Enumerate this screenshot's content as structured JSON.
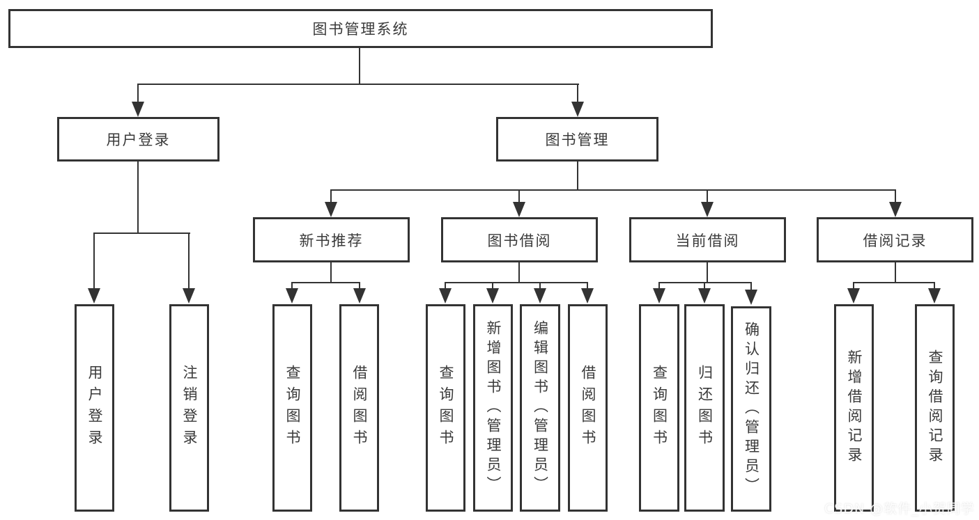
{
  "diagram_title": "图书管理系统",
  "tree": {
    "root": "图书管理系统",
    "branches": [
      {
        "label": "用户登录",
        "children": [
          "用户登录",
          "注销登录"
        ]
      },
      {
        "label": "图书管理",
        "sections": [
          {
            "label": "新书推荐",
            "children": [
              "查询图书",
              "借阅图书"
            ]
          },
          {
            "label": "图书借阅",
            "children": [
              "查询图书",
              "新增图书（管理员）",
              "编辑图书（管理员）",
              "借阅图书"
            ]
          },
          {
            "label": "当前借阅",
            "children": [
              "查询图书",
              "归还图书",
              "确认归还（管理员）"
            ]
          },
          {
            "label": "借阅记录",
            "children": [
              "新增借阅记录",
              "查询借阅记录"
            ]
          }
        ]
      }
    ]
  },
  "watermark": {
    "text": "CSDN @软件_小贺同学"
  },
  "colors": {
    "line": "#333333",
    "text": "#3a3a3a",
    "background": "#ffffff"
  }
}
